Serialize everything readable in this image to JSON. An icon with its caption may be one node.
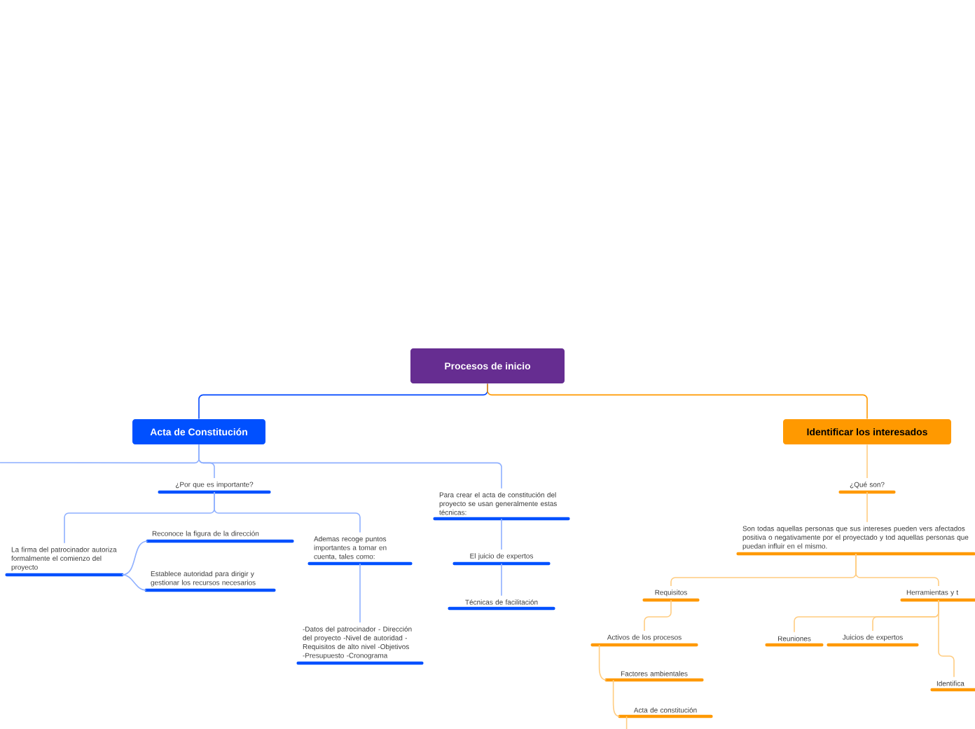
{
  "diagram": {
    "nodes": [
      {
        "text": [
          "Procesos de inicio"
        ]
      },
      {
        "text": [
          "Acta de Constitución"
        ]
      },
      {
        "text": [
          "¿Por que es importante?"
        ]
      },
      {
        "text": [
          "Para crear el acta de constitución del proyecto se usan generalmente estas técnicas:"
        ]
      },
      {
        "text": [
          "La firma del patrocinador autoriza formalmente el comienzo del proyecto"
        ]
      },
      {
        "text": [
          "Reconoce la figura de la dirección"
        ]
      },
      {
        "text": [
          "Establece autoridad para dirigir y gestionar los recursos necesarios"
        ]
      },
      {
        "text": [
          "Ademas recoge puntos importantes a tomar en cuenta, tales como:"
        ]
      },
      {
        "text": [
          "-Datos del patrocinador - Dirección del proyecto -Nivel de autoridad -Requisitos de alto nivel -Objetivos -Presupuesto -Cronograma"
        ]
      },
      {
        "text": [
          "El juicio de expertos"
        ]
      },
      {
        "text": [
          "Técnicas de facilitación"
        ]
      },
      {
        "text": [
          "Identificar  los interesados"
        ]
      },
      {
        "text": [
          "¿Qué son?"
        ]
      },
      {
        "text": [
          "Son todas aquellas personas que sus intereses pueden vers afectados positiva o negativamente por el proyectado y tod aquellas personas que puedan influir en el mismo."
        ]
      },
      {
        "text": [
          "Requisitos"
        ]
      },
      {
        "text": [
          "Herramientas y t"
        ]
      },
      {
        "text": [
          "Activos de los procesos"
        ]
      },
      {
        "text": [
          "Factores ambientales"
        ]
      },
      {
        "text": [
          "Acta de constitución"
        ]
      },
      {
        "text": [
          "Reuniones"
        ]
      },
      {
        "text": [
          "Juicios de expertos"
        ]
      },
      {
        "text": [
          "Identifica"
        ]
      }
    ],
    "edges": [
      {
        "from": 0,
        "to": 1,
        "arrow": "none",
        "color": "#0047ff"
      },
      {
        "from": 0,
        "to": 11,
        "arrow": "none",
        "color": "#ff9900"
      },
      {
        "from": 1,
        "to": 2,
        "arrow": "none",
        "color": "#8fb0ff"
      },
      {
        "from": 1,
        "to": 3,
        "arrow": "none",
        "color": "#8fb0ff"
      },
      {
        "from": 1,
        "to": null,
        "arrow": "none",
        "color": "#8fb0ff"
      },
      {
        "from": 2,
        "to": 4,
        "arrow": "none",
        "color": "#8fb0ff"
      },
      {
        "from": 2,
        "to": 7,
        "arrow": "none",
        "color": "#8fb0ff"
      },
      {
        "from": 4,
        "to": 5,
        "arrow": "none",
        "color": "#8fb0ff"
      },
      {
        "from": 4,
        "to": 6,
        "arrow": "none",
        "color": "#8fb0ff"
      },
      {
        "from": 7,
        "to": 8,
        "arrow": "none",
        "color": "#8fb0ff"
      },
      {
        "from": 3,
        "to": 9,
        "arrow": "none",
        "color": "#8fb0ff"
      },
      {
        "from": 9,
        "to": 10,
        "arrow": "none",
        "color": "#8fb0ff"
      },
      {
        "from": 11,
        "to": 12,
        "arrow": "none"
      },
      {
        "from": 12,
        "to": 13,
        "arrow": "none"
      },
      {
        "from": 13,
        "to": 14,
        "arrow": "none"
      },
      {
        "from": 13,
        "to": 15,
        "arrow": "none"
      },
      {
        "from": 14,
        "to": 16,
        "arrow": "none"
      },
      {
        "from": 16,
        "to": 17,
        "arrow": "none"
      },
      {
        "from": 17,
        "to": 18,
        "arrow": "none"
      },
      {
        "from": 18,
        "to": null,
        "arrow": "none"
      },
      {
        "from": 15,
        "to": 19,
        "arrow": "none"
      },
      {
        "from": 15,
        "to": 20,
        "arrow": "none"
      },
      {
        "from": 15,
        "to": 21,
        "arrow": "none"
      }
    ]
  }
}
